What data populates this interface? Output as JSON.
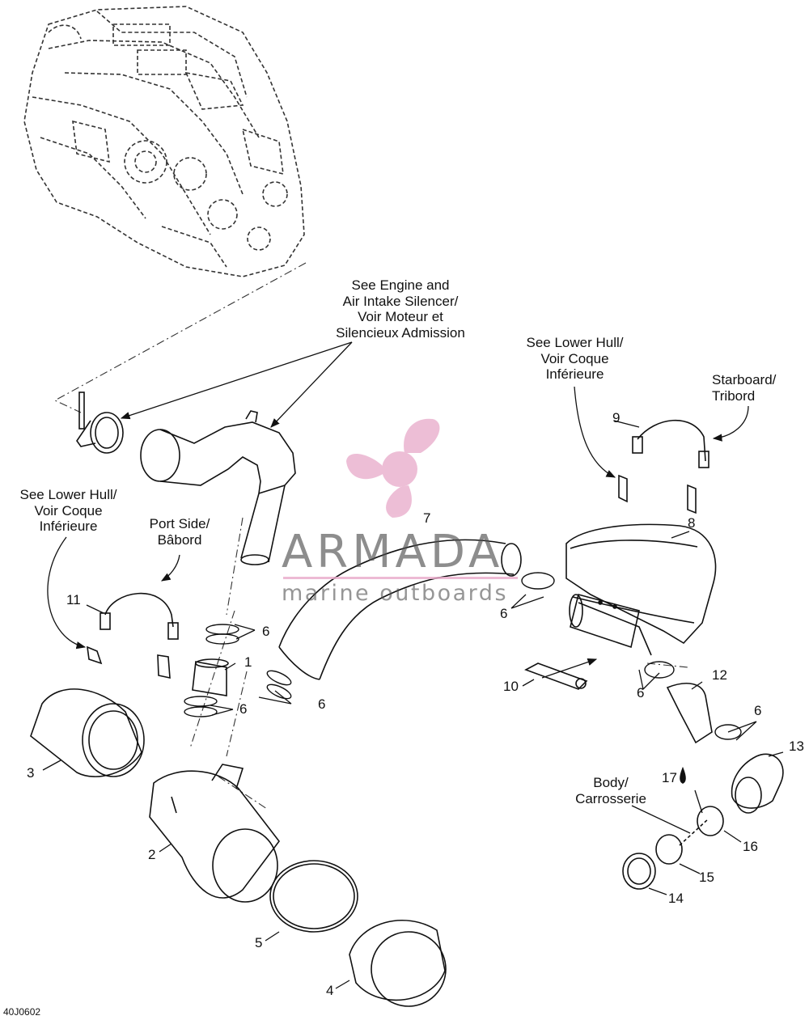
{
  "labels": {
    "engine_ref": [
      "See Engine and",
      "Air Intake Silencer/",
      "Voir Moteur et",
      "Silencieux Admission"
    ],
    "lower_hull_right": [
      "See Lower Hull/",
      "Voir Coque",
      "Inférieure"
    ],
    "starboard": [
      "Starboard/",
      "Tribord"
    ],
    "lower_hull_left": [
      "See Lower Hull/",
      "Voir Coque",
      "Inférieure"
    ],
    "port_side": [
      "Port Side/",
      "Bâbord"
    ],
    "body": [
      "Body/",
      "Carrosserie"
    ]
  },
  "part_numbers": {
    "p1": "1",
    "p2": "2",
    "p3": "3",
    "p4": "4",
    "p5": "5",
    "p6a": "6",
    "p6b": "6",
    "p6c": "6",
    "p6d": "6",
    "p6e": "6",
    "p6f": "6",
    "p7": "7",
    "p8": "8",
    "p9": "9",
    "p10": "10",
    "p11": "11",
    "p12": "12",
    "p13": "13",
    "p14": "14",
    "p15": "15",
    "p16": "16",
    "p17": "17"
  },
  "watermark": {
    "brand": "ARMADA",
    "tagline": "marine outboards",
    "accent_color": "#e8a9c9"
  },
  "figure_code": "40J0602",
  "colors": {
    "line": "#111111",
    "background": "#ffffff"
  }
}
